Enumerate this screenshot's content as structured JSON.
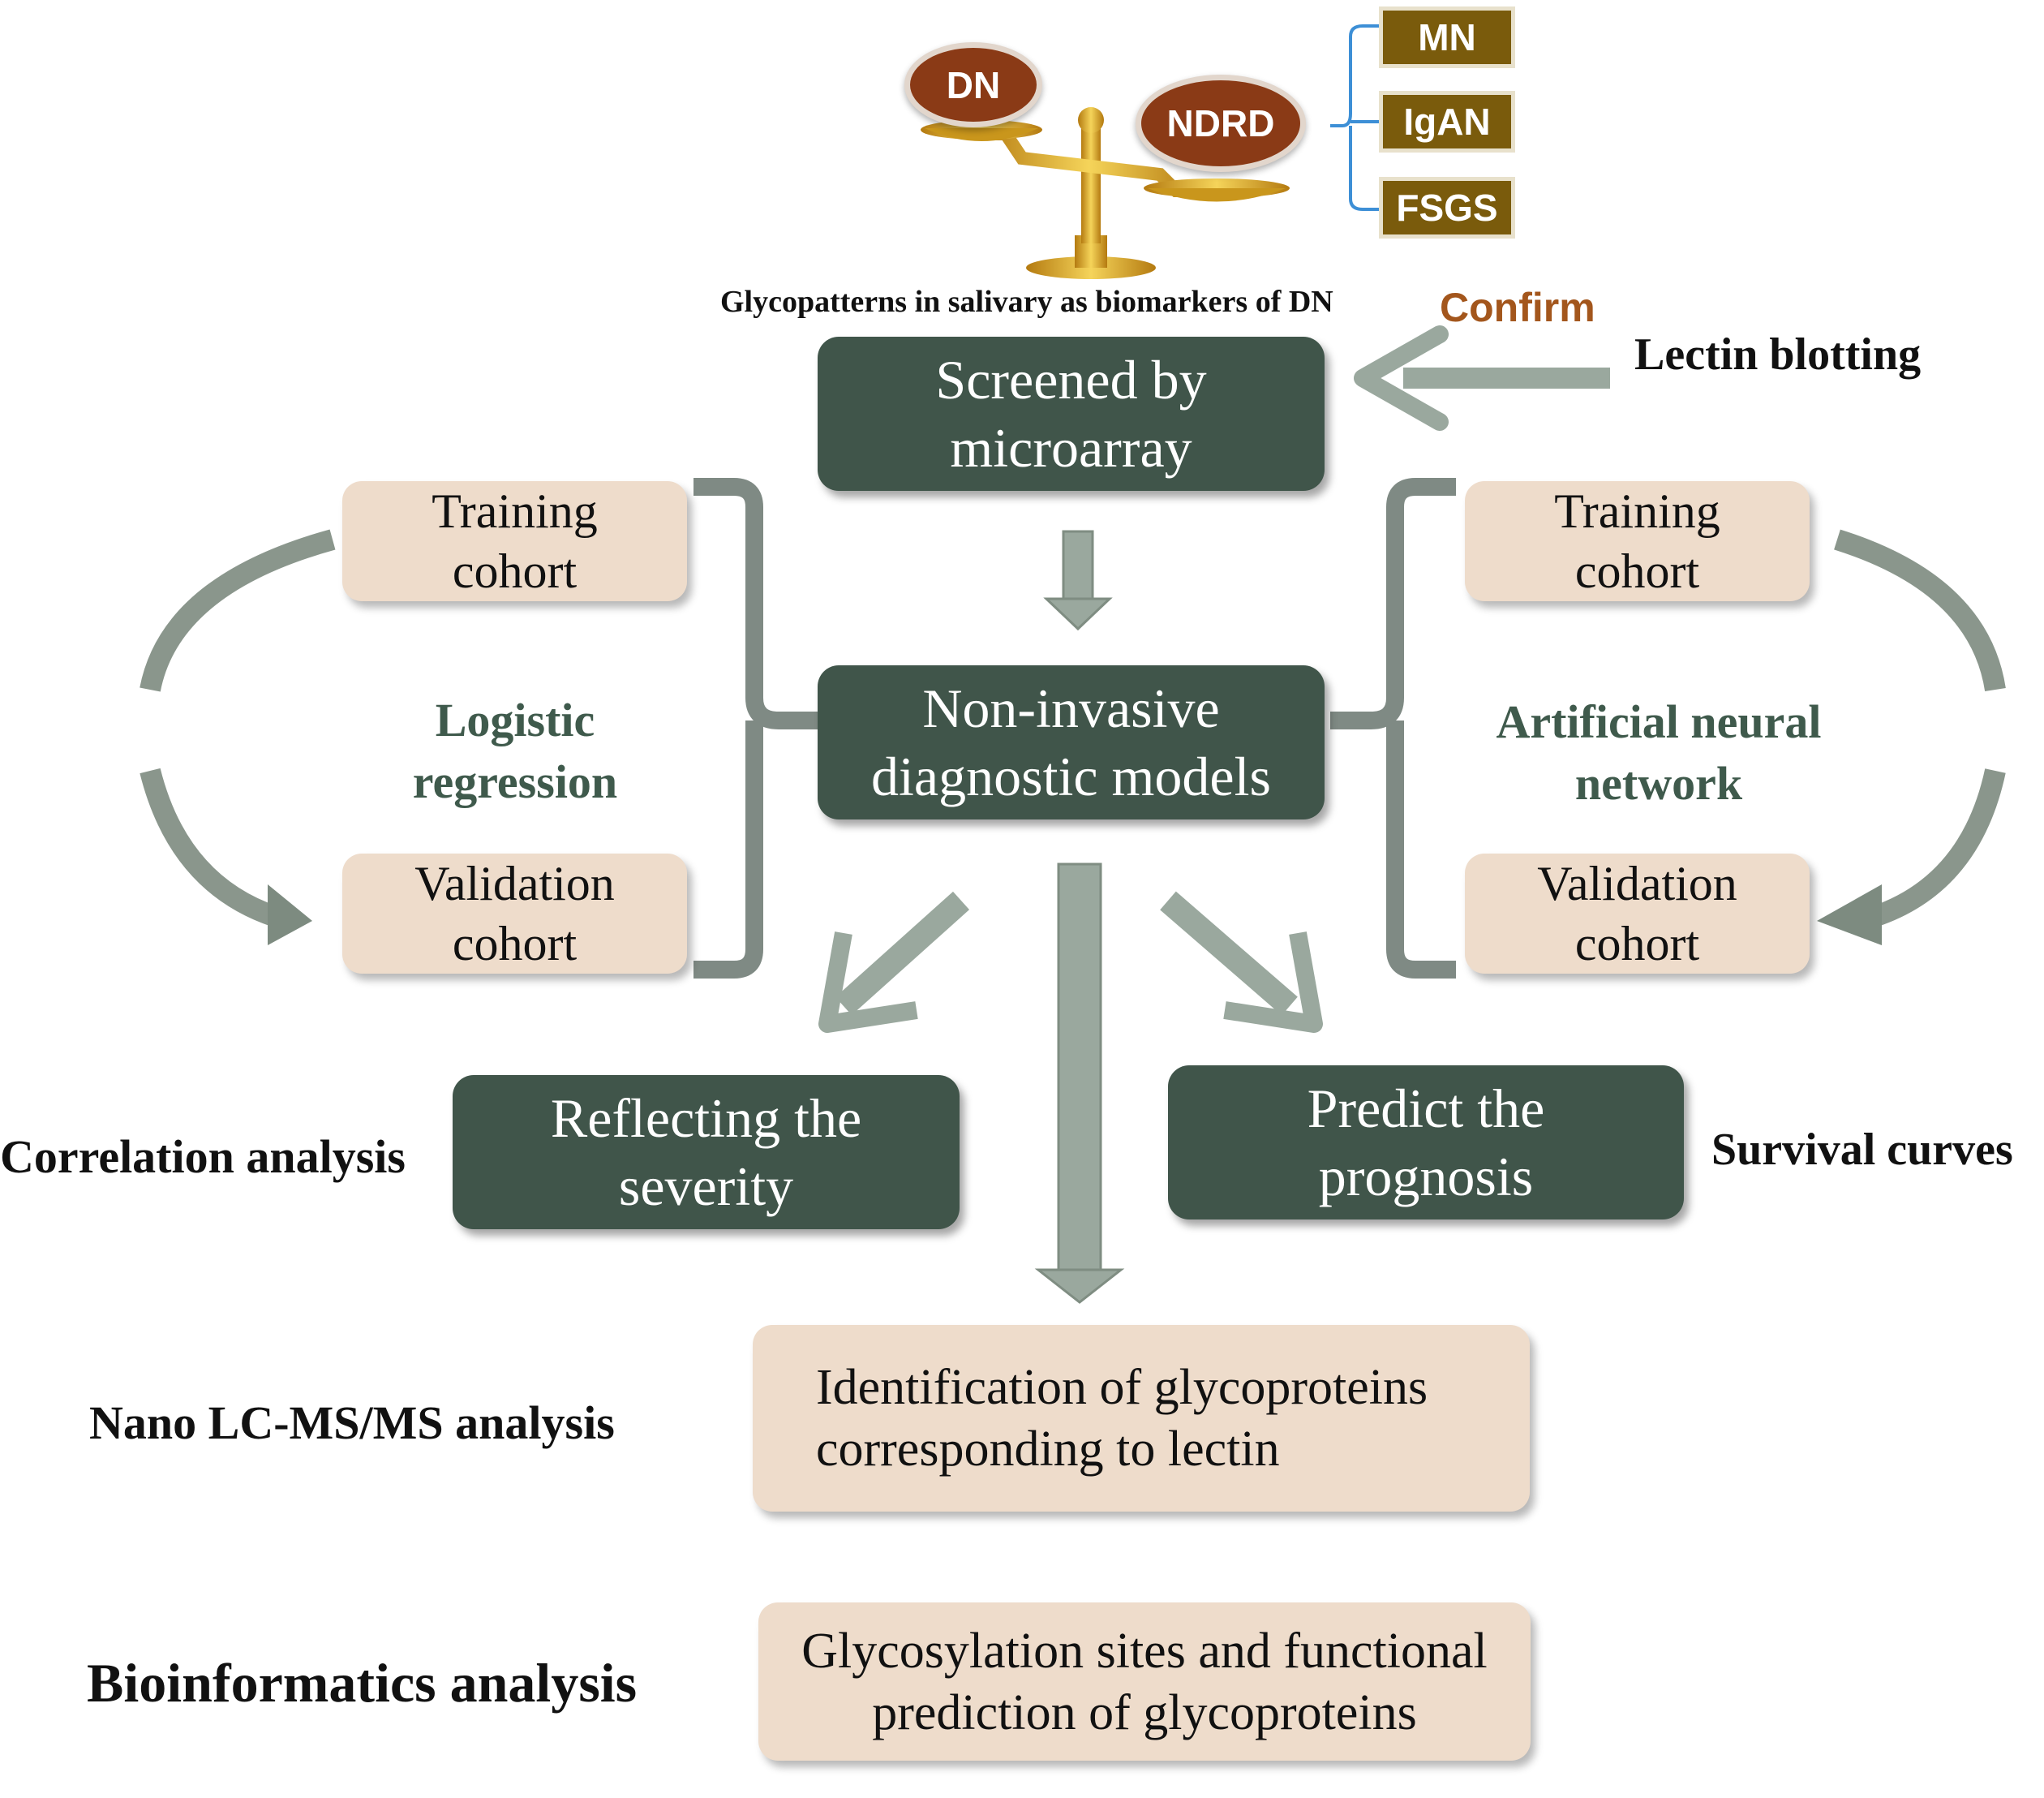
{
  "balance": {
    "left_pan": "DN",
    "right_pan": "NDRD",
    "caption": "Glycopatterns in salivary as biomarkers of DN"
  },
  "ndrd_types": [
    "MN",
    "IgAN",
    "FSGS"
  ],
  "confirm_label": "Confirm",
  "lectin_blotting_label": "Lectin blotting",
  "screened_box": {
    "line1": "Screened by",
    "line2": "microarray"
  },
  "models_box": {
    "line1": "Non-invasive",
    "line2": "diagnostic models"
  },
  "left_branch": {
    "training": {
      "line1": "Training",
      "line2": "cohort"
    },
    "method": {
      "line1": "Logistic",
      "line2": "regression"
    },
    "validation": {
      "line1": "Validation",
      "line2": "cohort"
    }
  },
  "right_branch": {
    "training": {
      "line1": "Training",
      "line2": "cohort"
    },
    "method": {
      "line1": "Artificial neural",
      "line2": "network"
    },
    "validation": {
      "line1": "Validation",
      "line2": "cohort"
    }
  },
  "severity_box": {
    "line1": "Reflecting the",
    "line2": "severity"
  },
  "prognosis_box": {
    "line1": "Predict the",
    "line2": "prognosis"
  },
  "correlation_label": "Correlation analysis",
  "survival_label": "Survival curves",
  "identification_box": {
    "line1": "Identification of glycoproteins",
    "line2": "corresponding to lectin"
  },
  "nano_label": "Nano LC-MS/MS analysis",
  "glycosylation_box": {
    "line1": "Glycosylation sites and functional",
    "line2": "prediction of glycoproteins"
  },
  "bioinformatics_label": "Bioinformatics analysis",
  "colors": {
    "dark_box": "#40554a",
    "light_box": "#eedccb",
    "arrow": "#9aa89e",
    "bracket": "#7f8a84",
    "green_text": "#3f5a4c",
    "confirm": "#a3561c",
    "oval": "#8a3a16",
    "disease_box": "#7a5b0c",
    "gold": "#d9a520"
  }
}
